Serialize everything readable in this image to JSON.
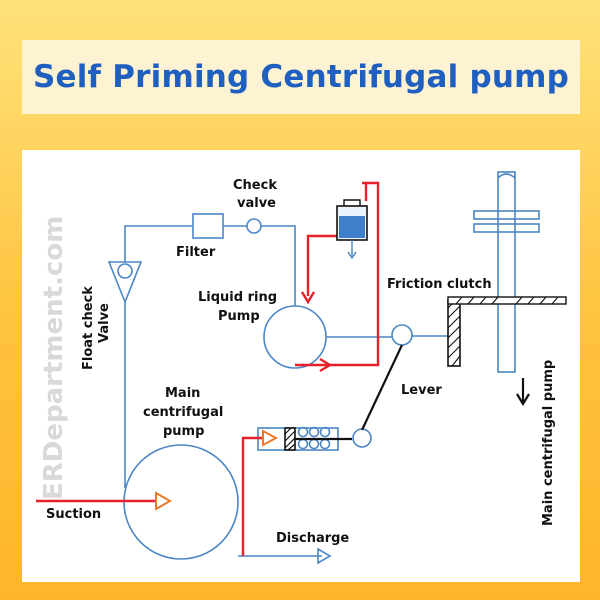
{
  "title": "Self Priming Centrifugal pump",
  "watermark": "ERDepartment.com",
  "labels": {
    "check_valve_1": "Check",
    "check_valve_2": "valve",
    "filter": "Filter",
    "float_check_1": "Float check",
    "float_check_2": "Valve",
    "liquid_ring_1": "Liquid ring",
    "liquid_ring_2": "Pump",
    "friction_clutch": "Friction clutch",
    "lever": "Lever",
    "main_pump_1": "Main",
    "main_pump_2": "centrifugal",
    "main_pump_3": "pump",
    "suction": "Suction",
    "discharge": "Discharge",
    "main_pump_vertical": "Main centrifugal pump"
  },
  "colors": {
    "title": "#1f5fbf",
    "pipe": "#4b86c5",
    "flow": "#e8202a",
    "arrow": "#e87a2a",
    "panel": "#ffffff",
    "title_bg": "#fdf3d2"
  }
}
